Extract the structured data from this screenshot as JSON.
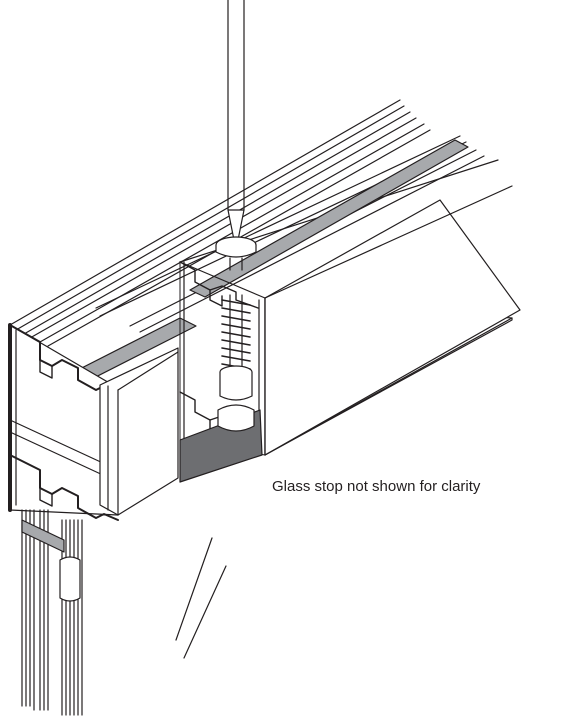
{
  "caption": "Glass stop not shown for clarity",
  "colors": {
    "line": "#231f20",
    "gasket": "#a7a9ac",
    "gasket_dark": "#6d6e71",
    "fill": "#ffffff"
  },
  "parts": [
    "screwdriver",
    "screw",
    "spring",
    "spacer",
    "mullion-frame",
    "face-cap",
    "gasket-strips",
    "glass-pane",
    "horizontal-frame"
  ]
}
